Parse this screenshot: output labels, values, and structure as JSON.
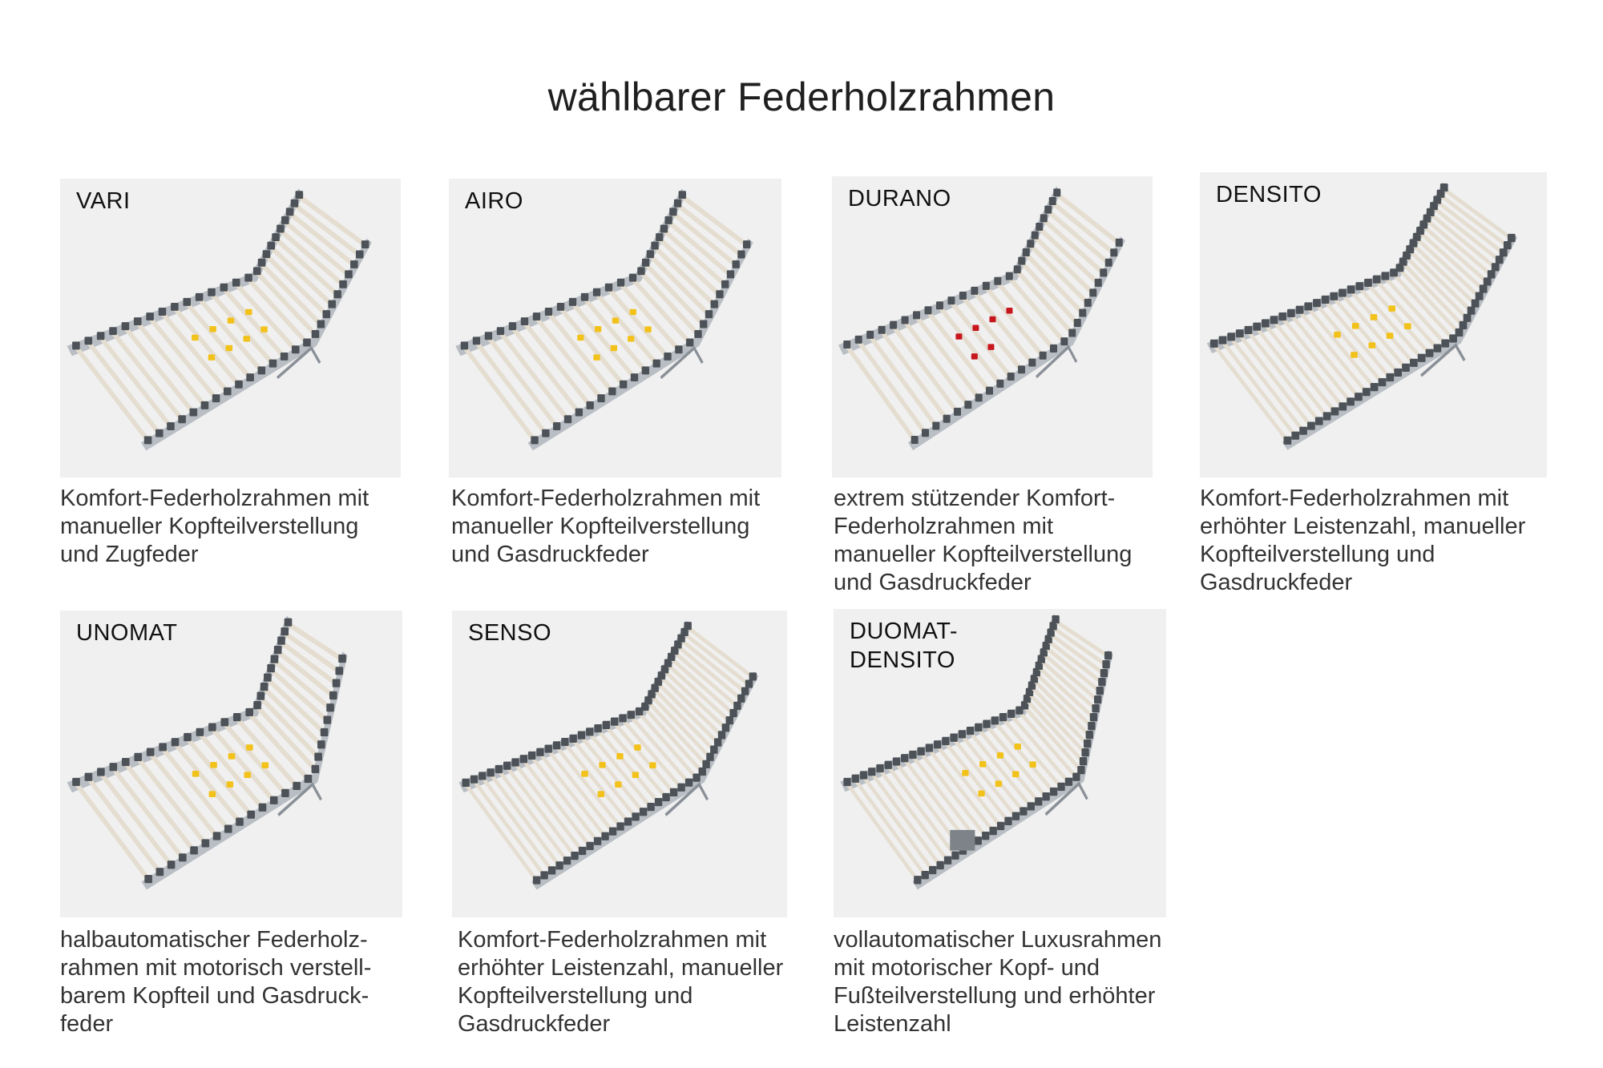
{
  "page": {
    "title": "wählbarer Federholzrahmen"
  },
  "products": [
    {
      "name": "VARI",
      "description": "Komfort-Federholzrahmen mit\nmanueller Kopfteilverstellung\nund Zugfeder"
    },
    {
      "name": "AIRO",
      "description": "Komfort-Federholzrahmen mit\nmanueller Kopfteilverstellung\nund Gasdruckfeder"
    },
    {
      "name": "DURANO",
      "description": "extrem stützender Komfort-\nFederholzrahmen mit\nmanueller Kopfteilverstellung\nund Gasdruckfeder"
    },
    {
      "name": "DENSITO",
      "description": "Komfort-Federholzrahmen mit\nerhöhter Leistenzahl, manueller\nKopfteilverstellung und\nGasdruckfeder"
    },
    {
      "name": "UNOMAT",
      "description": "halbautomatischer Federholz-\nrahmen mit motorisch verstell-\nbarem Kopfteil und Gasdruck-\nfeder"
    },
    {
      "name": "SENSO",
      "description": "Komfort-Federholzrahmen mit\nerhöhter Leistenzahl, manueller\nKopfteilverstellung und\nGasdruckfeder"
    },
    {
      "name": "DUOMAT-\nDENSITO",
      "description": "vollautomatischer Luxusrahmen\nmit motorischer Kopf- und\nFußteilverstellung und erhöhter\nLeistenzahl"
    }
  ],
  "colors": {
    "card_background": "#f0f0f0",
    "frame": "#b9bec4",
    "slat": "#e4ddd0",
    "cap_dark": "#4c5257",
    "accent_yellow": "#f2c21b",
    "accent_red": "#c8161d"
  },
  "icons": [
    "slatted-frame-illustration"
  ]
}
